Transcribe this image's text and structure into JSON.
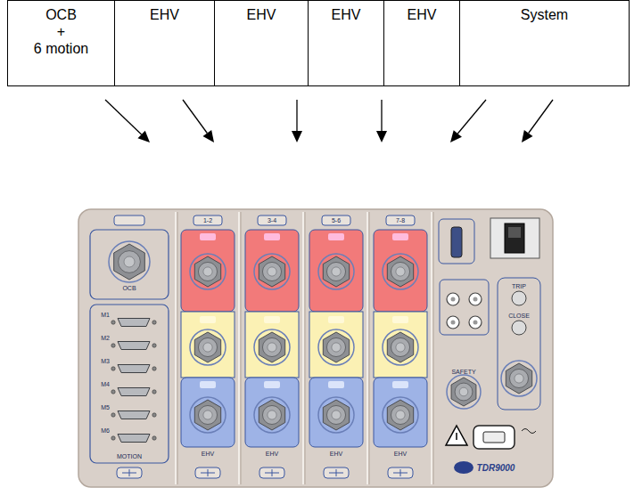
{
  "diagram": {
    "nodes": [
      {
        "text": [
          "OCB",
          "+",
          "6 motion"
        ]
      },
      {
        "text": [
          "EHV"
        ]
      },
      {
        "text": [
          "EHV"
        ]
      },
      {
        "text": [
          "EHV"
        ]
      },
      {
        "text": [
          "EHV"
        ]
      },
      {
        "text": [
          "System"
        ]
      }
    ],
    "labels": [
      "OCB",
      "M1",
      "M2",
      "M3",
      "M4",
      "M5",
      "M6",
      "MOTION",
      "1-2",
      "EHV",
      "3-4",
      "EHV",
      "5-6",
      "EHV",
      "7-8",
      "EHV",
      "SAFETY",
      "TRIP",
      "CLOSE",
      "TDR9000"
    ]
  }
}
